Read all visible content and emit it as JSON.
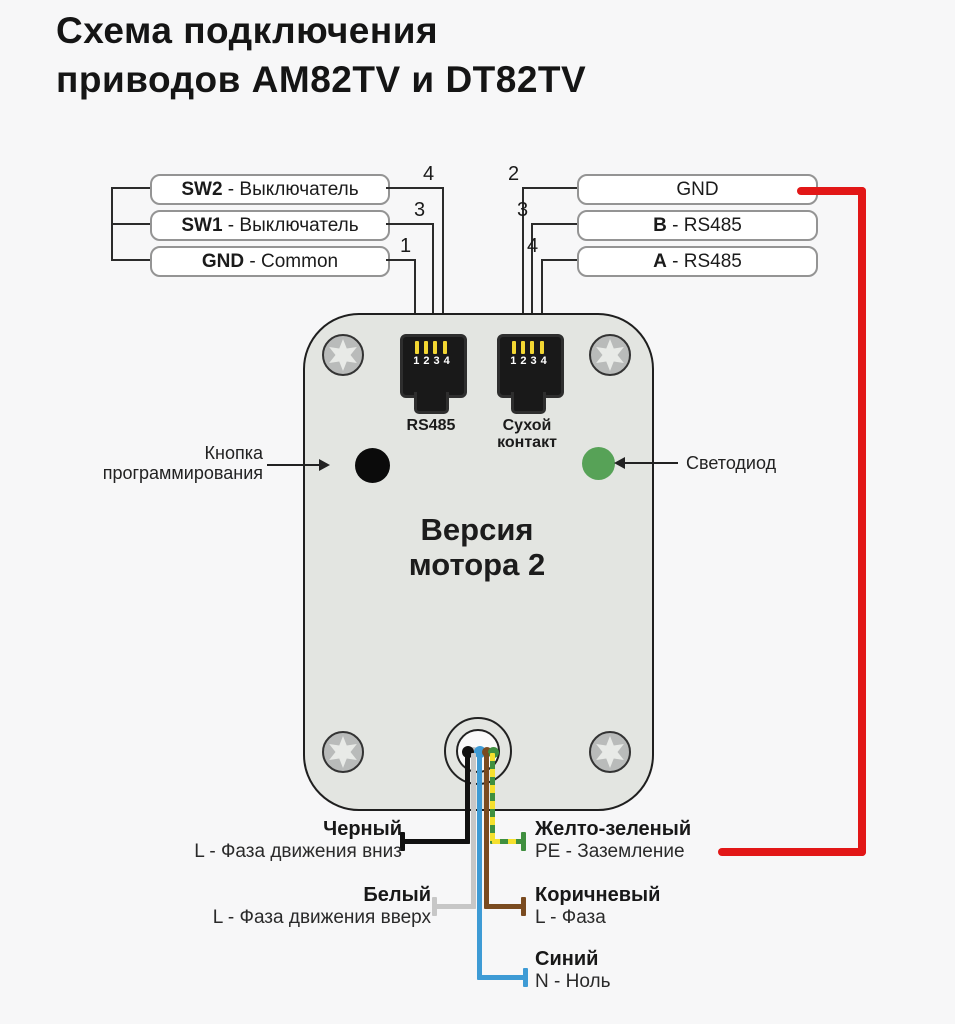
{
  "title": {
    "line1": "Схема подключения",
    "line2": "приводов AM82TV и DT82TV"
  },
  "left_terminals": [
    {
      "bold": "SW2",
      "rest": " - Выключатель",
      "pin": "4"
    },
    {
      "bold": "SW1",
      "rest": " - Выключатель",
      "pin": "3"
    },
    {
      "bold": "GND",
      "rest": " - Common",
      "pin": "1"
    }
  ],
  "right_terminals": [
    {
      "bold": "",
      "rest": "GND",
      "pin": "2"
    },
    {
      "bold": "B",
      "rest": " - RS485",
      "pin": "3"
    },
    {
      "bold": "A",
      "rest": " - RS485",
      "pin": "4"
    }
  ],
  "device": {
    "version_line1": "Версия",
    "version_line2": "мотора 2",
    "connector_left": {
      "label": "RS485",
      "pins": "1234"
    },
    "connector_right": {
      "label_line1": "Сухой",
      "label_line2": "контакт",
      "pins": "1234"
    },
    "button_label_line1": "Кнопка",
    "button_label_line2": "программирования",
    "led_label": "Светодиод"
  },
  "power_wires": [
    {
      "name": "Черный",
      "desc": "L - Фаза движения вниз",
      "color": "#111111"
    },
    {
      "name": "Белый",
      "desc": "L - Фаза движения вверх",
      "color": "#c7c7c7"
    },
    {
      "name": "Желто-зеленый",
      "desc": "PE - Заземление",
      "color": "#f5e02e/#3f8f3f"
    },
    {
      "name": "Коричневый",
      "desc": "L - Фаза",
      "color": "#7a4b20"
    },
    {
      "name": "Синий",
      "desc": "N - Ноль",
      "color": "#3e9bd5"
    }
  ],
  "colors": {
    "background": "#f7f7f8",
    "device_body": "#e3e5e1",
    "led_green": "#57a257",
    "red_jumper": "#e21717",
    "pin_yellow": "#f2d632"
  }
}
